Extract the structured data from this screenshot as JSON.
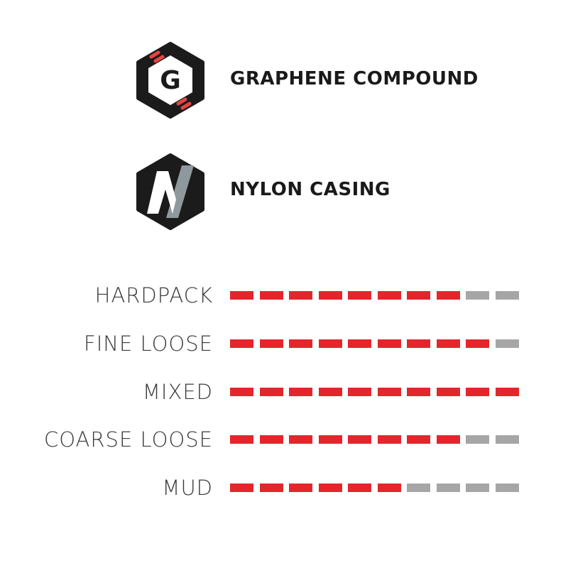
{
  "features": [
    {
      "label": "GRAPHENE COMPOUND",
      "icon": "graphene-g-icon",
      "letter": "G"
    },
    {
      "label": "NYLON CASING",
      "icon": "nylon-n-icon",
      "letter": "N"
    }
  ],
  "ratings": {
    "max": 10,
    "rows": [
      {
        "label": "HARDPACK",
        "value": 8
      },
      {
        "label": "FINE LOOSE",
        "value": 9
      },
      {
        "label": "MIXED",
        "value": 10
      },
      {
        "label": "COARSE LOOSE",
        "value": 8
      },
      {
        "label": "MUD",
        "value": 6
      }
    ]
  },
  "colors": {
    "filled": "#e4262c",
    "empty": "#a6a6a6",
    "badge_dark": "#1b1b1b",
    "badge_accent": "#e8433f",
    "nylon_slash": "#8e999e"
  }
}
